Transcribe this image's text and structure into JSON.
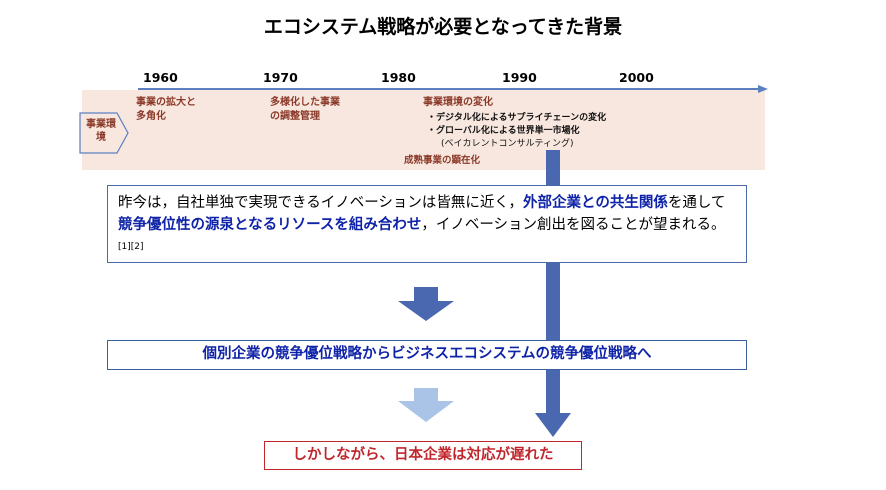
{
  "title": "エコシステム戦略が必要となってきた背景",
  "timeline": {
    "years": [
      "1960",
      "1970",
      "1980",
      "1990",
      "2000"
    ],
    "tag": "事業環境",
    "era1": [
      "事業の拡大と",
      "多角化"
    ],
    "era2": [
      "多様化した事業",
      "の調整管理"
    ],
    "era3_heading": "事業環境の変化",
    "era3_bullets": [
      "・デジタル化によるサプライチェーンの変化",
      "・グローバル化による世界単一市場化"
    ],
    "era3_note": "(ベイカレントコンサルティング)",
    "mature": "成熟事業の顕在化"
  },
  "box1": {
    "t1": "昨今は，自社単独で実現できるイノベーションは皆無に近く，",
    "h1": "外部企業との共生関係",
    "t2": "を通して",
    "h2": "競争優位性の源泉となるリソースを組み合わせ",
    "t3": "，イノベーション創出を図ることが望まれる。",
    "refs": "[1][2]"
  },
  "box2": "個別企業の競争優位戦略からビジネスエコシステムの競争優位戦略へ",
  "box3": "しかしながら、日本企業は対応が遅れた",
  "colors": {
    "axis": "#5b7fc0",
    "arrow_dark": "#4a68b0",
    "arrow_light": "#a9c4e6",
    "band": "#f8e7df",
    "emphasis_blue": "#0f23a8",
    "emphasis_red": "#c0272d"
  }
}
